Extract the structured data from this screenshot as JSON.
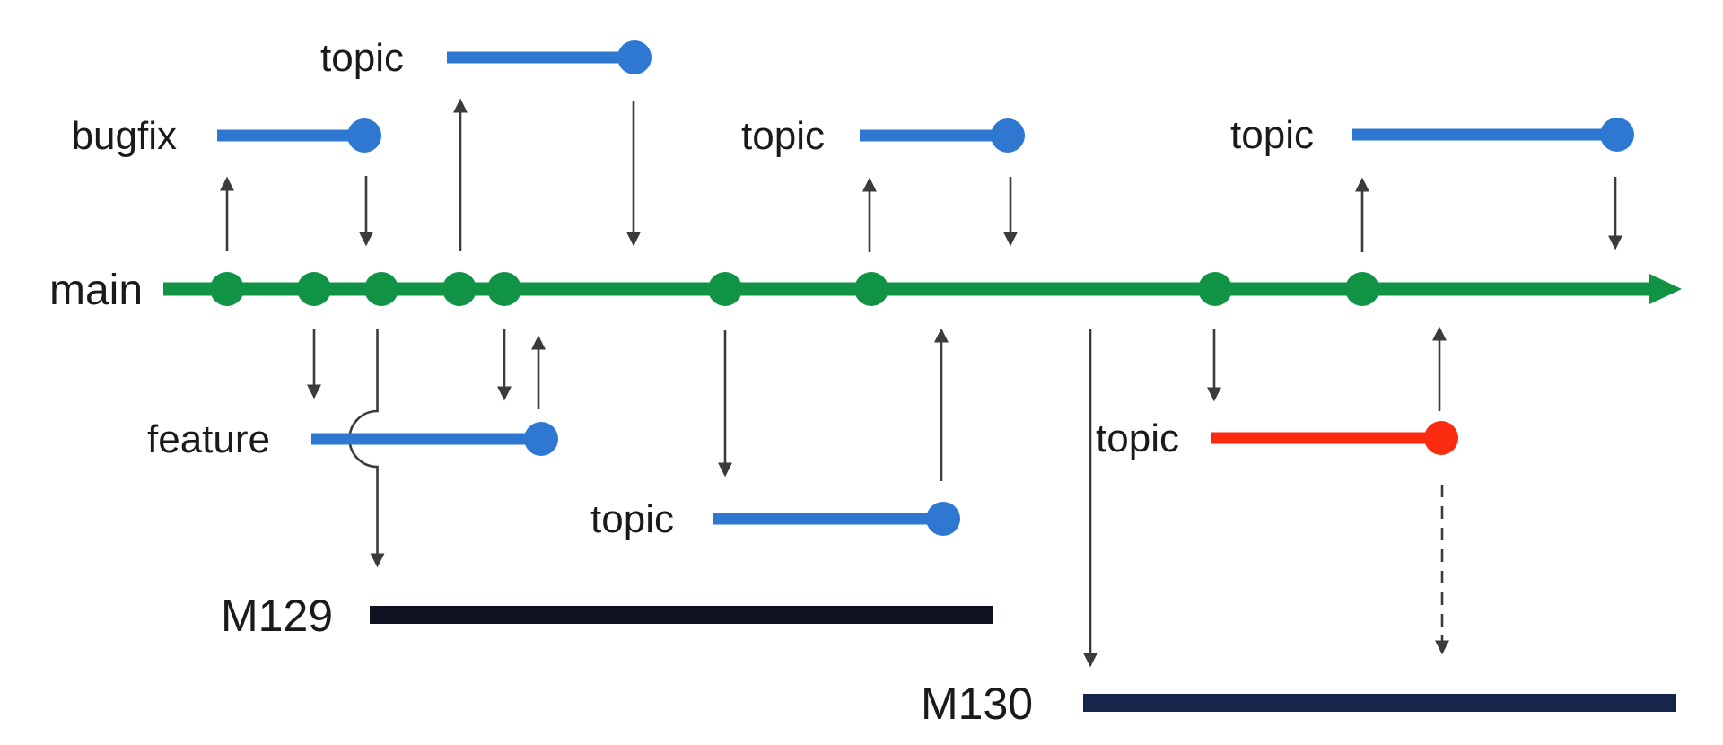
{
  "colors": {
    "background": "#FFFFFF",
    "main_green": "#109345",
    "branch_blue": "#2E78D2",
    "branch_red": "#FA2B0F",
    "arrow_gray": "#3B3B3D",
    "label_text": "#1A1A1A",
    "m129_bar": "#0D1120",
    "m130_bar": "#17254B"
  },
  "main_branch": {
    "label": "main",
    "commit_count": 9
  },
  "branches": [
    {
      "id": "bugfix",
      "label": "bugfix",
      "color": "blue"
    },
    {
      "id": "topic-top",
      "label": "topic",
      "color": "blue"
    },
    {
      "id": "topic-middle",
      "label": "topic",
      "color": "blue"
    },
    {
      "id": "topic-right",
      "label": "topic",
      "color": "blue"
    },
    {
      "id": "feature",
      "label": "feature",
      "color": "blue"
    },
    {
      "id": "topic-lower",
      "label": "topic",
      "color": "blue"
    },
    {
      "id": "topic-red",
      "label": "topic",
      "color": "red"
    }
  ],
  "milestones": [
    {
      "id": "m129",
      "label": "M129"
    },
    {
      "id": "m130",
      "label": "M130"
    }
  ]
}
